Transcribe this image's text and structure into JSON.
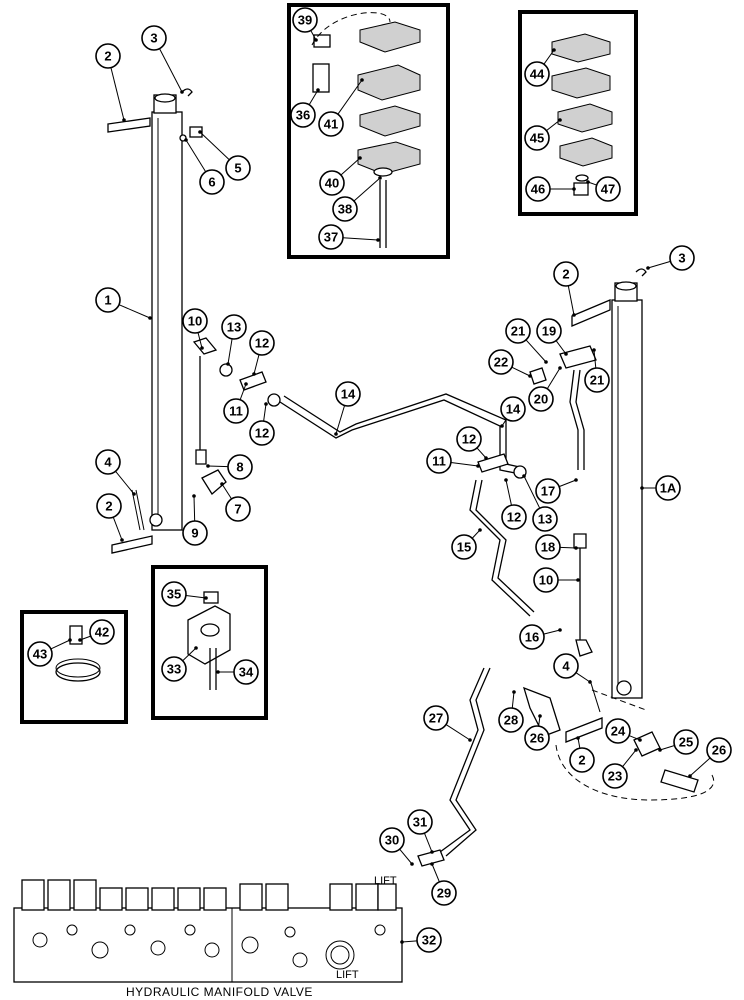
{
  "callouts": [
    "1",
    "1A",
    "2",
    "3",
    "4",
    "5",
    "6",
    "7",
    "8",
    "9",
    "10",
    "11",
    "12",
    "13",
    "14",
    "15",
    "16",
    "17",
    "18",
    "19",
    "20",
    "21",
    "22",
    "23",
    "24",
    "25",
    "26",
    "27",
    "28",
    "29",
    "30",
    "31",
    "32",
    "33",
    "34",
    "35",
    "36",
    "37",
    "38",
    "39",
    "40",
    "41",
    "42",
    "43",
    "44",
    "45",
    "46",
    "47"
  ],
  "labels": {
    "lift_port_upper": "LIFT",
    "lift_port_lower": "LIFT",
    "caption": "HYDRAULIC MANIFOLD VALVE"
  }
}
